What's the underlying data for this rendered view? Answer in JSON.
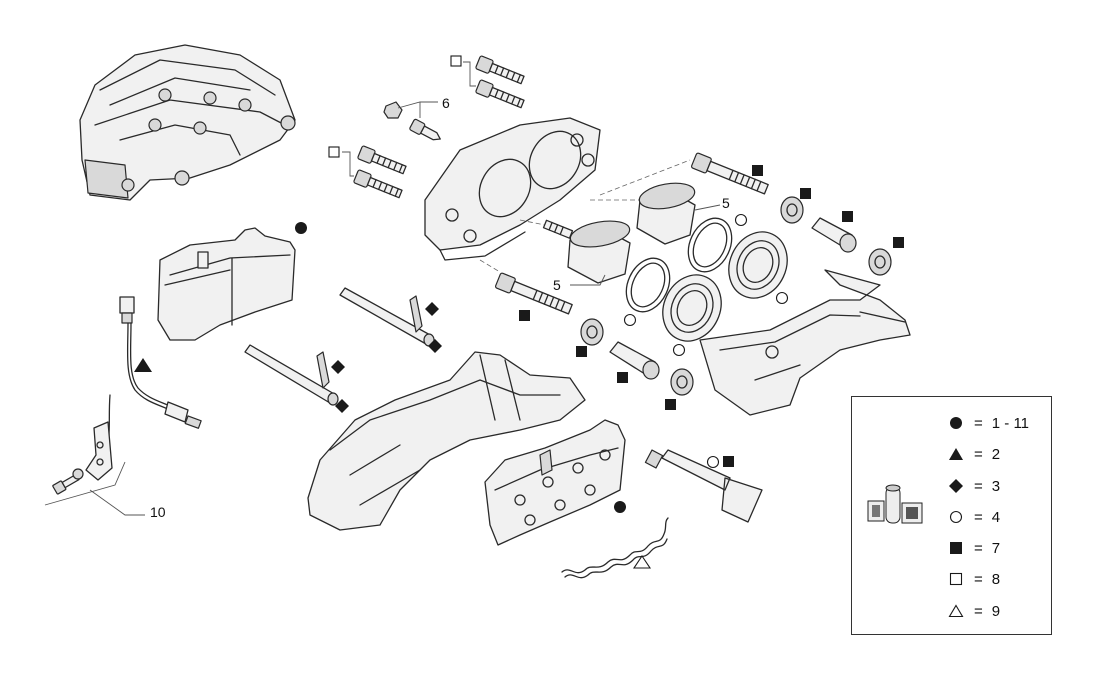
{
  "callouts": {
    "c6": "6",
    "c5a": "5",
    "c5b": "5",
    "c10": "10"
  },
  "legend": {
    "items": [
      {
        "symbol": "filled-circle",
        "label": "1 - 11"
      },
      {
        "symbol": "filled-triangle",
        "label": "2"
      },
      {
        "symbol": "filled-diamond",
        "label": "3"
      },
      {
        "symbol": "open-circle",
        "label": "4"
      },
      {
        "symbol": "filled-square",
        "label": "7"
      },
      {
        "symbol": "open-square",
        "label": "8"
      },
      {
        "symbol": "open-triangle",
        "label": "9"
      }
    ],
    "equals": "=",
    "icon": "parts-kit-icon"
  },
  "colors": {
    "ink": "#2a2a2a",
    "symbol": "#1a1a1a",
    "background": "#ffffff"
  }
}
